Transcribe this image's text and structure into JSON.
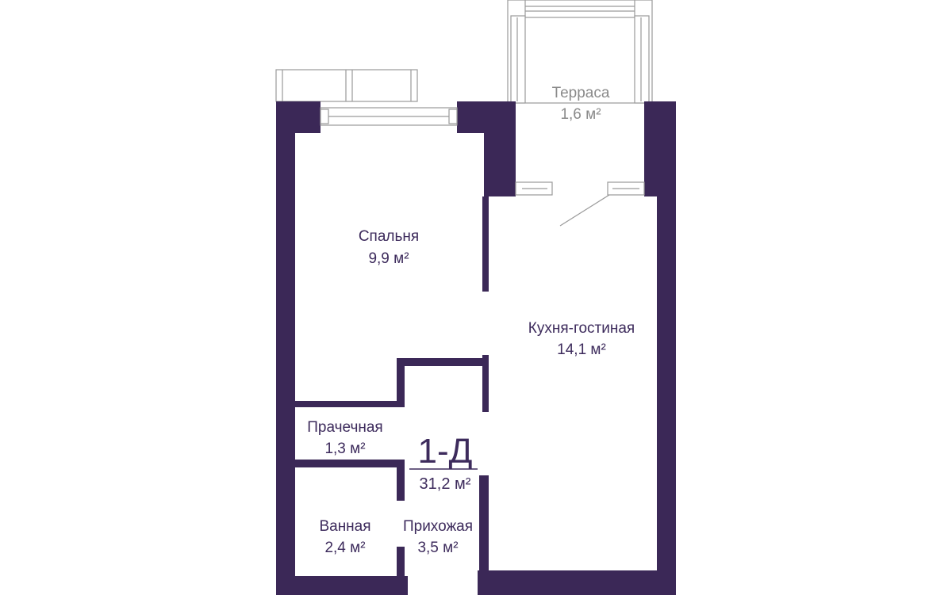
{
  "unit": {
    "title": "1-Д",
    "area": "31,2 м²"
  },
  "rooms": {
    "terrace": {
      "name": "Терраса",
      "area": "1,6 м²"
    },
    "bedroom": {
      "name": "Спальня",
      "area": "9,9 м²"
    },
    "kitchen_living": {
      "name": "Кухня-гостиная",
      "area": "14,1 м²"
    },
    "laundry": {
      "name": "Прачечная",
      "area": "1,3 м²"
    },
    "bathroom": {
      "name": "Ванная",
      "area": "2,4 м²"
    },
    "hallway": {
      "name": "Прихожая",
      "area": "3,5 м²"
    }
  },
  "colors": {
    "wall": "#3b2857",
    "text": "#3d2b5c",
    "muted_text": "#8a8a8a"
  }
}
